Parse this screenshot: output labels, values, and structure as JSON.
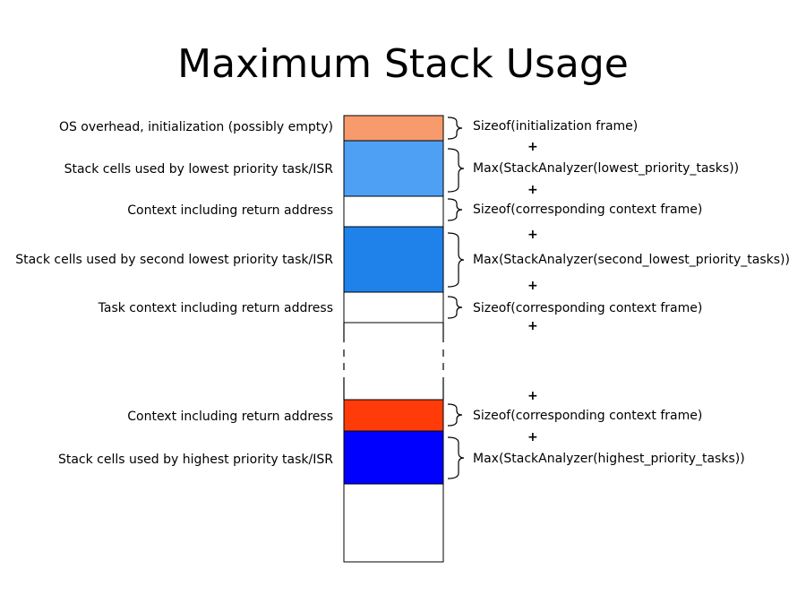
{
  "title": "Maximum Stack Usage",
  "colors": {
    "os_overhead": "#F79A6C",
    "lowest_task": "#4DA0F4",
    "second_lowest_task": "#1E82EA",
    "context_highest": "#FF3B0A",
    "highest_task": "#0000FF",
    "empty": "#FFFFFF"
  },
  "left_labels": [
    "OS overhead, initialization (possibly empty)",
    "Stack cells used by lowest priority task/ISR",
    "Context including return address",
    "Stack cells used by second lowest priority task/ISR",
    "Task context including return address",
    "Context including return address",
    "Stack cells used by highest priority task/ISR"
  ],
  "right_labels": [
    "Sizeof(initialization frame)",
    "Max(StackAnalyzer(lowest_priority_tasks))",
    "Sizeof(corresponding context frame)",
    "Max(StackAnalyzer(second_lowest_priority_tasks))",
    "Sizeof(corresponding context frame)",
    "Sizeof(corresponding context frame)",
    "Max(StackAnalyzer(highest_priority_tasks))"
  ],
  "plus_symbol": "+"
}
